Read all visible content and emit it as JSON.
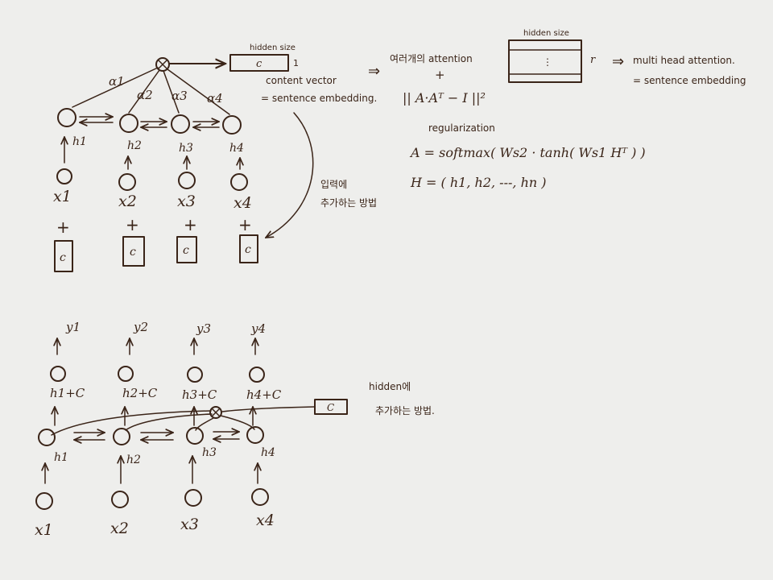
{
  "top": {
    "alphas": [
      "α1",
      "α2",
      "α3",
      "α4"
    ],
    "hiddens": [
      "h1",
      "h2",
      "h3",
      "h4"
    ],
    "inputs": [
      "x1",
      "x2",
      "x3",
      "x4"
    ],
    "plus": "+",
    "c": "c",
    "hidden_size_label": "hidden size",
    "one_label": "1",
    "context_vector": "content vector",
    "sentence_embedding": "= sentence embedding.",
    "input_method": [
      "입력에",
      "추가하는 방법"
    ]
  },
  "formulas": {
    "arrow": "⇒",
    "multiple_attention": "여러개의 attention",
    "plus": "+",
    "norm": "|| A·Aᵀ − I ||²",
    "regularization": "regularization",
    "a_def": "A = softmax( Ws2 · tanh( Ws1 Hᵀ ) )",
    "h_def": "H = ( h1, h2, ---, hn )",
    "matrix_label": "hidden size",
    "matrix_dots": "⋮",
    "r_label": "r",
    "multihead": "multi head attention.",
    "sentence_embedding": "= sentence embedding"
  },
  "bottom": {
    "outputs": [
      "y1",
      "y2",
      "y3",
      "y4"
    ],
    "sums": [
      "h1+C",
      "h2+C",
      "h3+C",
      "h4+C"
    ],
    "hiddens": [
      "h1",
      "h2",
      "h3",
      "h4"
    ],
    "inputs": [
      "x1",
      "x2",
      "x3",
      "x4"
    ],
    "c": "C",
    "hidden_method": [
      "hidden에",
      "추가하는 방법."
    ]
  }
}
